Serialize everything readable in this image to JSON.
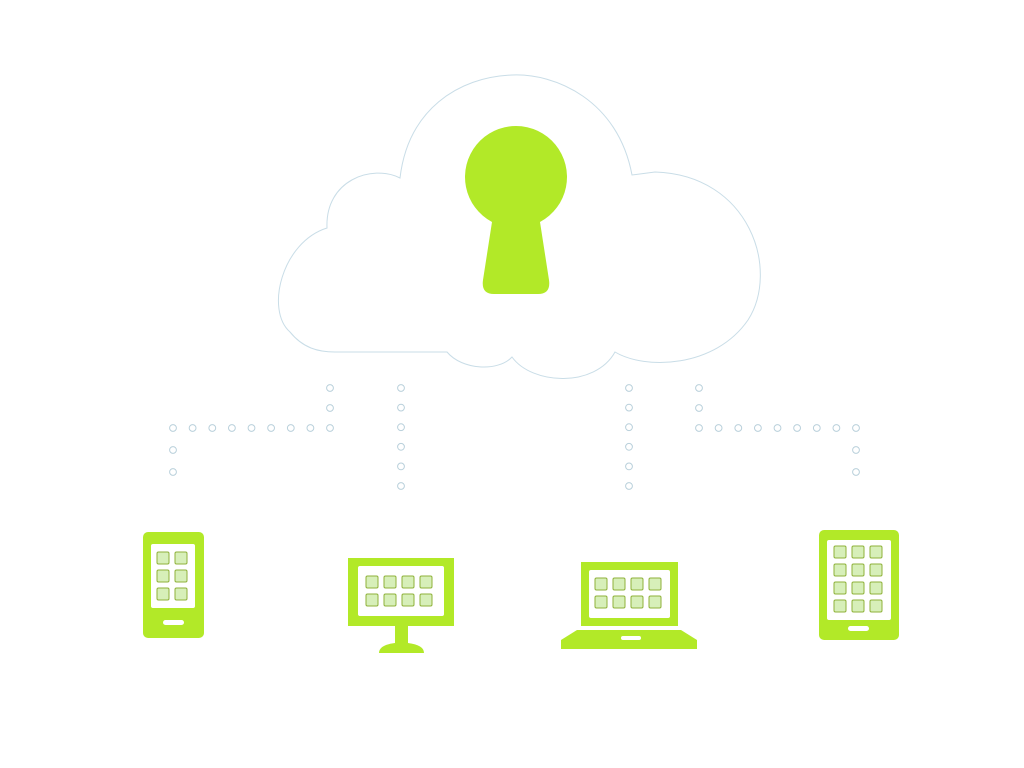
{
  "diagram": {
    "type": "cloud-security-network",
    "colors": {
      "accent": "#B2E928",
      "cloud_outline": "#C9DDE7",
      "connector_dot": "#B9D0DB",
      "screen_fill": "#FFFFFF",
      "tile_fill": "#D7EFB9",
      "tile_border": "#8FB23A",
      "background": "#FFFFFF"
    },
    "cloud": {
      "icon": "cloud-outline-icon"
    },
    "lock": {
      "icon": "keyhole-icon"
    },
    "devices": [
      {
        "id": "smartphone",
        "icon": "smartphone-icon",
        "app_tiles": 6
      },
      {
        "id": "desktop",
        "icon": "desktop-monitor-icon",
        "app_tiles": 8
      },
      {
        "id": "laptop",
        "icon": "laptop-icon",
        "app_tiles": 8
      },
      {
        "id": "tablet",
        "icon": "tablet-icon",
        "app_tiles": 12
      }
    ],
    "connectors": [
      {
        "from": "cloud",
        "to": "smartphone",
        "style": "dotted"
      },
      {
        "from": "cloud",
        "to": "desktop",
        "style": "dotted"
      },
      {
        "from": "cloud",
        "to": "laptop",
        "style": "dotted"
      },
      {
        "from": "cloud",
        "to": "tablet",
        "style": "dotted"
      }
    ]
  }
}
